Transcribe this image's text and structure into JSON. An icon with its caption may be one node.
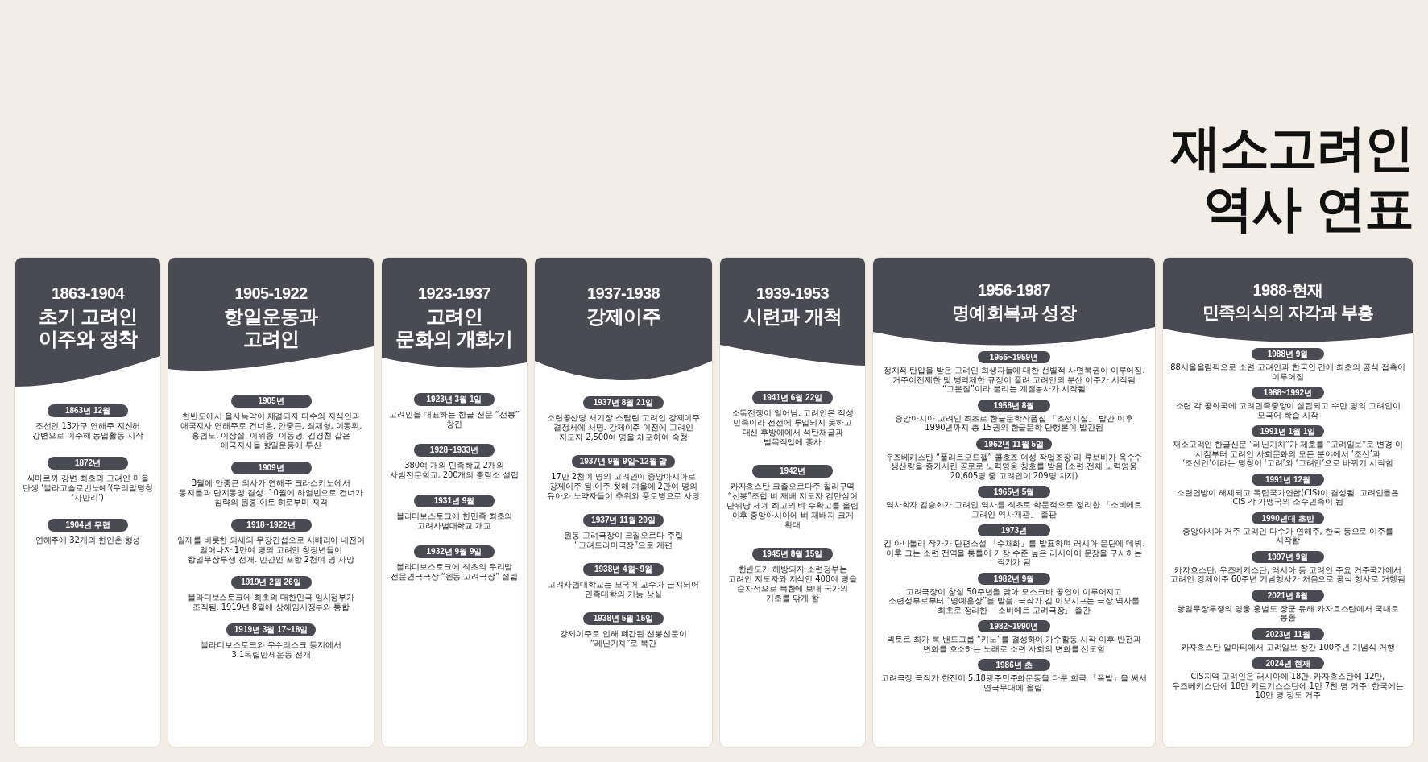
{
  "diagram": {
    "title": "재소고려인 역사 연표",
    "nodes": [
      {
        "text": [
          "1863-1904",
          "초기 고려인 이주와 정착"
        ]
      },
      {
        "text": [
          "1863년 12월"
        ],
        "in": 0,
        "beside": [
          "조선인 13가구 연해주 지신허 강변으로 이주해 농업활동 시작"
        ]
      },
      {
        "text": [
          "1872년"
        ],
        "in": 0,
        "beside": [
          "싸마르까 강변 최초의 고려인 마을 탄생 ‘블라고슬로벤노예’(우리말명칭 ‘사만리’)"
        ]
      },
      {
        "text": [
          "1904년 무렵"
        ],
        "in": 0,
        "beside": [
          "연해주에 32개의 한인촌 형성"
        ]
      },
      {
        "text": [
          "1905-1922",
          "항일운동과 고려인"
        ]
      },
      {
        "text": [
          "1905년"
        ],
        "in": 4,
        "beside": [
          "한반도에서 을사늑약이 체결되자 다수의 지식인과 애국지사 연해주로 건너옴. 안중근, 최재형, 이동휘, 홍범도, 이상설, 이위종, 이동녕, 김경천 같은 애국지사들 항일운동에 투신"
        ]
      },
      {
        "text": [
          "1909년"
        ],
        "in": 4,
        "beside": [
          "3월에 안중근 의사가 연해주 크라스키노에서 동지들과 단지동맹 결성. 10월에 하얼빈으로 건너가 침략의 원흉 이토 히로부미 저격"
        ]
      },
      {
        "text": [
          "1918~1922년"
        ],
        "in": 4,
        "beside": [
          "일제를 비롯한 외세의 무장간섭으로 시베리아 내전이 일어나자 1만여 명의 고려인 청장년들이 항일무장투쟁 전개. 민간인 포함 2천여 명 사망"
        ]
      },
      {
        "text": [
          "1919년 2월 26일"
        ],
        "in": 4,
        "beside": [
          "블라디보스토크에 최초의 대한민국 임시정부가 조직됨. 1919년 8월에 상해임시정부와 통합"
        ]
      },
      {
        "text": [
          "1919년 3월 17~18일"
        ],
        "in": 4,
        "beside": [
          "블라디보스토크와 우수리스크 등지에서 3.1독립만세운동 전개"
        ]
      },
      {
        "text": [
          "1923-1937",
          "고려인 문화의 개화기"
        ]
      },
      {
        "text": [
          "1923년 3월 1일"
        ],
        "in": 10,
        "beside": [
          "고려인을 대표하는 한글 신문 “선봉” 창간"
        ]
      },
      {
        "text": [
          "1928~1933년"
        ],
        "in": 10,
        "beside": [
          "380여 개의 민족학교 2개의 사범전문학교, 200개의 종람소 설립"
        ]
      },
      {
        "text": [
          "1931년 9월"
        ],
        "in": 10,
        "beside": [
          "블라디보스토크에 한민족 최초의 고려사범대학교 개교"
        ]
      },
      {
        "text": [
          "1932년 9월 9일"
        ],
        "in": 10,
        "beside": [
          "블라디보스토크에 최초의 우리말 전문연극극장 “원동 고려극장” 설립"
        ]
      },
      {
        "text": [
          "1937-1938",
          "강제이주"
        ]
      },
      {
        "text": [
          "1937년 8월 21일"
        ],
        "in": 15,
        "beside": [
          "소련공산당 서기장 스탈린 고려인 강제이주 결정서에 서명. 강제이주 이전에 고려인 지도자 2,500여 명을 체포하여 숙청"
        ]
      },
      {
        "text": [
          "1937년 9월 9일~12월 말"
        ],
        "in": 15,
        "beside": [
          "17만 2천여 명의 고려인이 중앙아시아로 강제이주 됨 이주 첫해 겨울에 2만여 명의 유아와 노약자들이 추위와 풍토병으로 사망"
        ]
      },
      {
        "text": [
          "1937년 11월 29일"
        ],
        "in": 15,
        "beside": [
          "원동 고려극장이 크질오르다 주립 “고려드라마극장”으로 개편"
        ]
      },
      {
        "text": [
          "1938년 4월~9월"
        ],
        "in": 15,
        "beside": [
          "고려사범대학교는 모국어 교수가 금지되어 민족대학의 기능 상실"
        ]
      },
      {
        "text": [
          "1938년 5월 15일"
        ],
        "in": 15,
        "beside": [
          "강제이주로 인해 폐간된 선봉신문이 “레닌기치”로 복간"
        ]
      },
      {
        "text": [
          "1939-1953",
          "시련과 개척"
        ]
      },
      {
        "text": [
          "1941년 6월 22일"
        ],
        "in": 21,
        "beside": [
          "소독전쟁이 일어남. 고려인은 적성 민족이라 전선에 투입되지 못하고 대신 후방에에서 석탄채굴과 벌목작업에 종사"
        ]
      },
      {
        "text": [
          "1942년"
        ],
        "in": 21,
        "beside": [
          "카자흐스탄 크즐오르다주 칠리구역 “선봉”조합 벼 재배 지도자 김만삼이 단위당 세계 최고의 벼 수확고를 올림 이후 중앙아시아에 벼 재배지 크게 확대"
        ]
      },
      {
        "text": [
          "1945년 8월 15일"
        ],
        "in": 21,
        "beside": [
          "한반도가 해방되자 소련정부는 고려인 지도자와 지식인 400여 명을 순차적으로 북한에 보내 국가의 기초를 닦게 함"
        ]
      },
      {
        "text": [
          "1956-1987",
          "명예회복과 성장"
        ]
      },
      {
        "text": [
          "1956~1959년"
        ],
        "in": 25,
        "beside": [
          "정치적 탄압을 받은 고려인 희생자들에 대한 선별적 사면복권이 이루어짐. 거주이전제한 및 병역제한 규정이 풀려 고려인의 분산 이주가 시작됨 “고본질”이라 불리는 계절농사가 시작됨"
        ]
      },
      {
        "text": [
          "1958년 8월"
        ],
        "in": 25,
        "beside": [
          "중앙아시아 고려인 최초로 한글문학작품집 「조선시집」 발간 이후 1990년까지 총 15권의 한글문학 단행본이 발간됨"
        ]
      },
      {
        "text": [
          "1962년 11월 5일"
        ],
        "in": 25,
        "beside": [
          "우즈베키스탄 “폴리트오드젤” 콜호즈 여성 작업조장 리 류보비가 옥수수 생산량을 증가시킨 공로로 노력영웅 칭호를 받음 (소련 전체 노력영웅 20,605명 중 고려인이 209명 차지)"
        ]
      },
      {
        "text": [
          "1965년 5월"
        ],
        "in": 25,
        "beside": [
          "역사학자 김승화가 고려인 역사를 최초로 학문적으로 정리한 「소비에트 고려인 역사개관」 출판"
        ]
      },
      {
        "text": [
          "1973년"
        ],
        "in": 25,
        "beside": [
          "김 아나톨리 작가가 단편소설 「수채화」를 발표하며 러시아 문단에 데뷔. 이후 그는 소련 전역을 통틀어 가장 수준 높은 러시아어 문장을 구사하는 작가가 됨"
        ]
      },
      {
        "text": [
          "1982년 9월"
        ],
        "in": 25,
        "beside": [
          "고려극장이 창설 50주년을 맞아 모스크바 공연이 이루어지고 소련정부로부터 “명예훈장”을 받음. 극작가 김 이오시프는 극장 역사를 최초로 정리한 「소비에트 고려극장」 출간"
        ]
      },
      {
        "text": [
          "1982~1990년"
        ],
        "in": 25,
        "beside": [
          "빅토르 최가 록 밴드그룹 “키노”를 결성하여 가수활동 시작 이후 반전과 변화를 호소하는 노래로 소련 사회의 변화를 선도함"
        ]
      },
      {
        "text": [
          "1986년 초"
        ],
        "in": 25,
        "beside": [
          "고려극장 극작가 한진이 5.18광주민주화운동을 다룬 희곡 「폭발」을 써서 연극무대에 올림."
        ]
      },
      {
        "text": [
          "1988-현재",
          "민족의식의 자각과 부흥"
        ]
      },
      {
        "text": [
          "1988년 9월"
        ],
        "in": 34,
        "beside": [
          "88서울올림픽으로 소련 고려인과 한국인 간에 최초의 공식 접촉이 이루어짐"
        ]
      },
      {
        "text": [
          "1988~1992년"
        ],
        "in": 34,
        "beside": [
          "소련 각 공화국에 고려민족중앙이 설립되고 수만 명의 고려인이 모국어 학습 시작"
        ]
      },
      {
        "text": [
          "1991년 1월 1일"
        ],
        "in": 34,
        "beside": [
          "재소고려인 한글신문 “레닌기치”가 제호를 “고려일보”로 변경 이 시점부터 고려인 사회문화의 모든 분야에서 ‘조선’과 ‘조선인’이라는 명칭이 ‘고려’와 ‘고려인’으로 바뀌기 시작함"
        ]
      },
      {
        "text": [
          "1991년 12월"
        ],
        "in": 34,
        "beside": [
          "소련연방이 해체되고 독립국가연합(CIS)이 결성됨. 고려인들은 CIS 각 가맹국의 소수민족이 됨"
        ]
      },
      {
        "text": [
          "1990년대 초반"
        ],
        "in": 34,
        "beside": [
          "중앙아시아 거주 고려인 다수가 연해주, 한국 등으로 이주를 시작함"
        ]
      },
      {
        "text": [
          "1997년 9월"
        ],
        "in": 34,
        "beside": [
          "카자흐스탄, 우즈베키스탄, 러시아 등 고려인 주요 거주국가에서 고려인 강제이주 60주년 기념행사가 처음으로 공식 행사로 거행됨"
        ]
      },
      {
        "text": [
          "2021년 8월"
        ],
        "in": 34,
        "beside": [
          "항일무장투쟁의 영웅 홍범도 장군 유해 카자흐스탄에서 국내로 봉환"
        ]
      },
      {
        "text": [
          "2023년 11월"
        ],
        "in": 34,
        "beside": [
          "카자흐스탄 알마티에서 고려일보 창간 100주년 기념식 거행"
        ]
      },
      {
        "text": [
          "2024년 현재"
        ],
        "in": 34,
        "beside": [
          "CIS지역 고려인은 러시아에 18만, 카자흐스탄에 12만, 우즈베키스탄에 18만 키르기스스탄에 1만 7천 명 거주. 한국에는 10만 명 정도 거주"
        ]
      }
    ]
  }
}
